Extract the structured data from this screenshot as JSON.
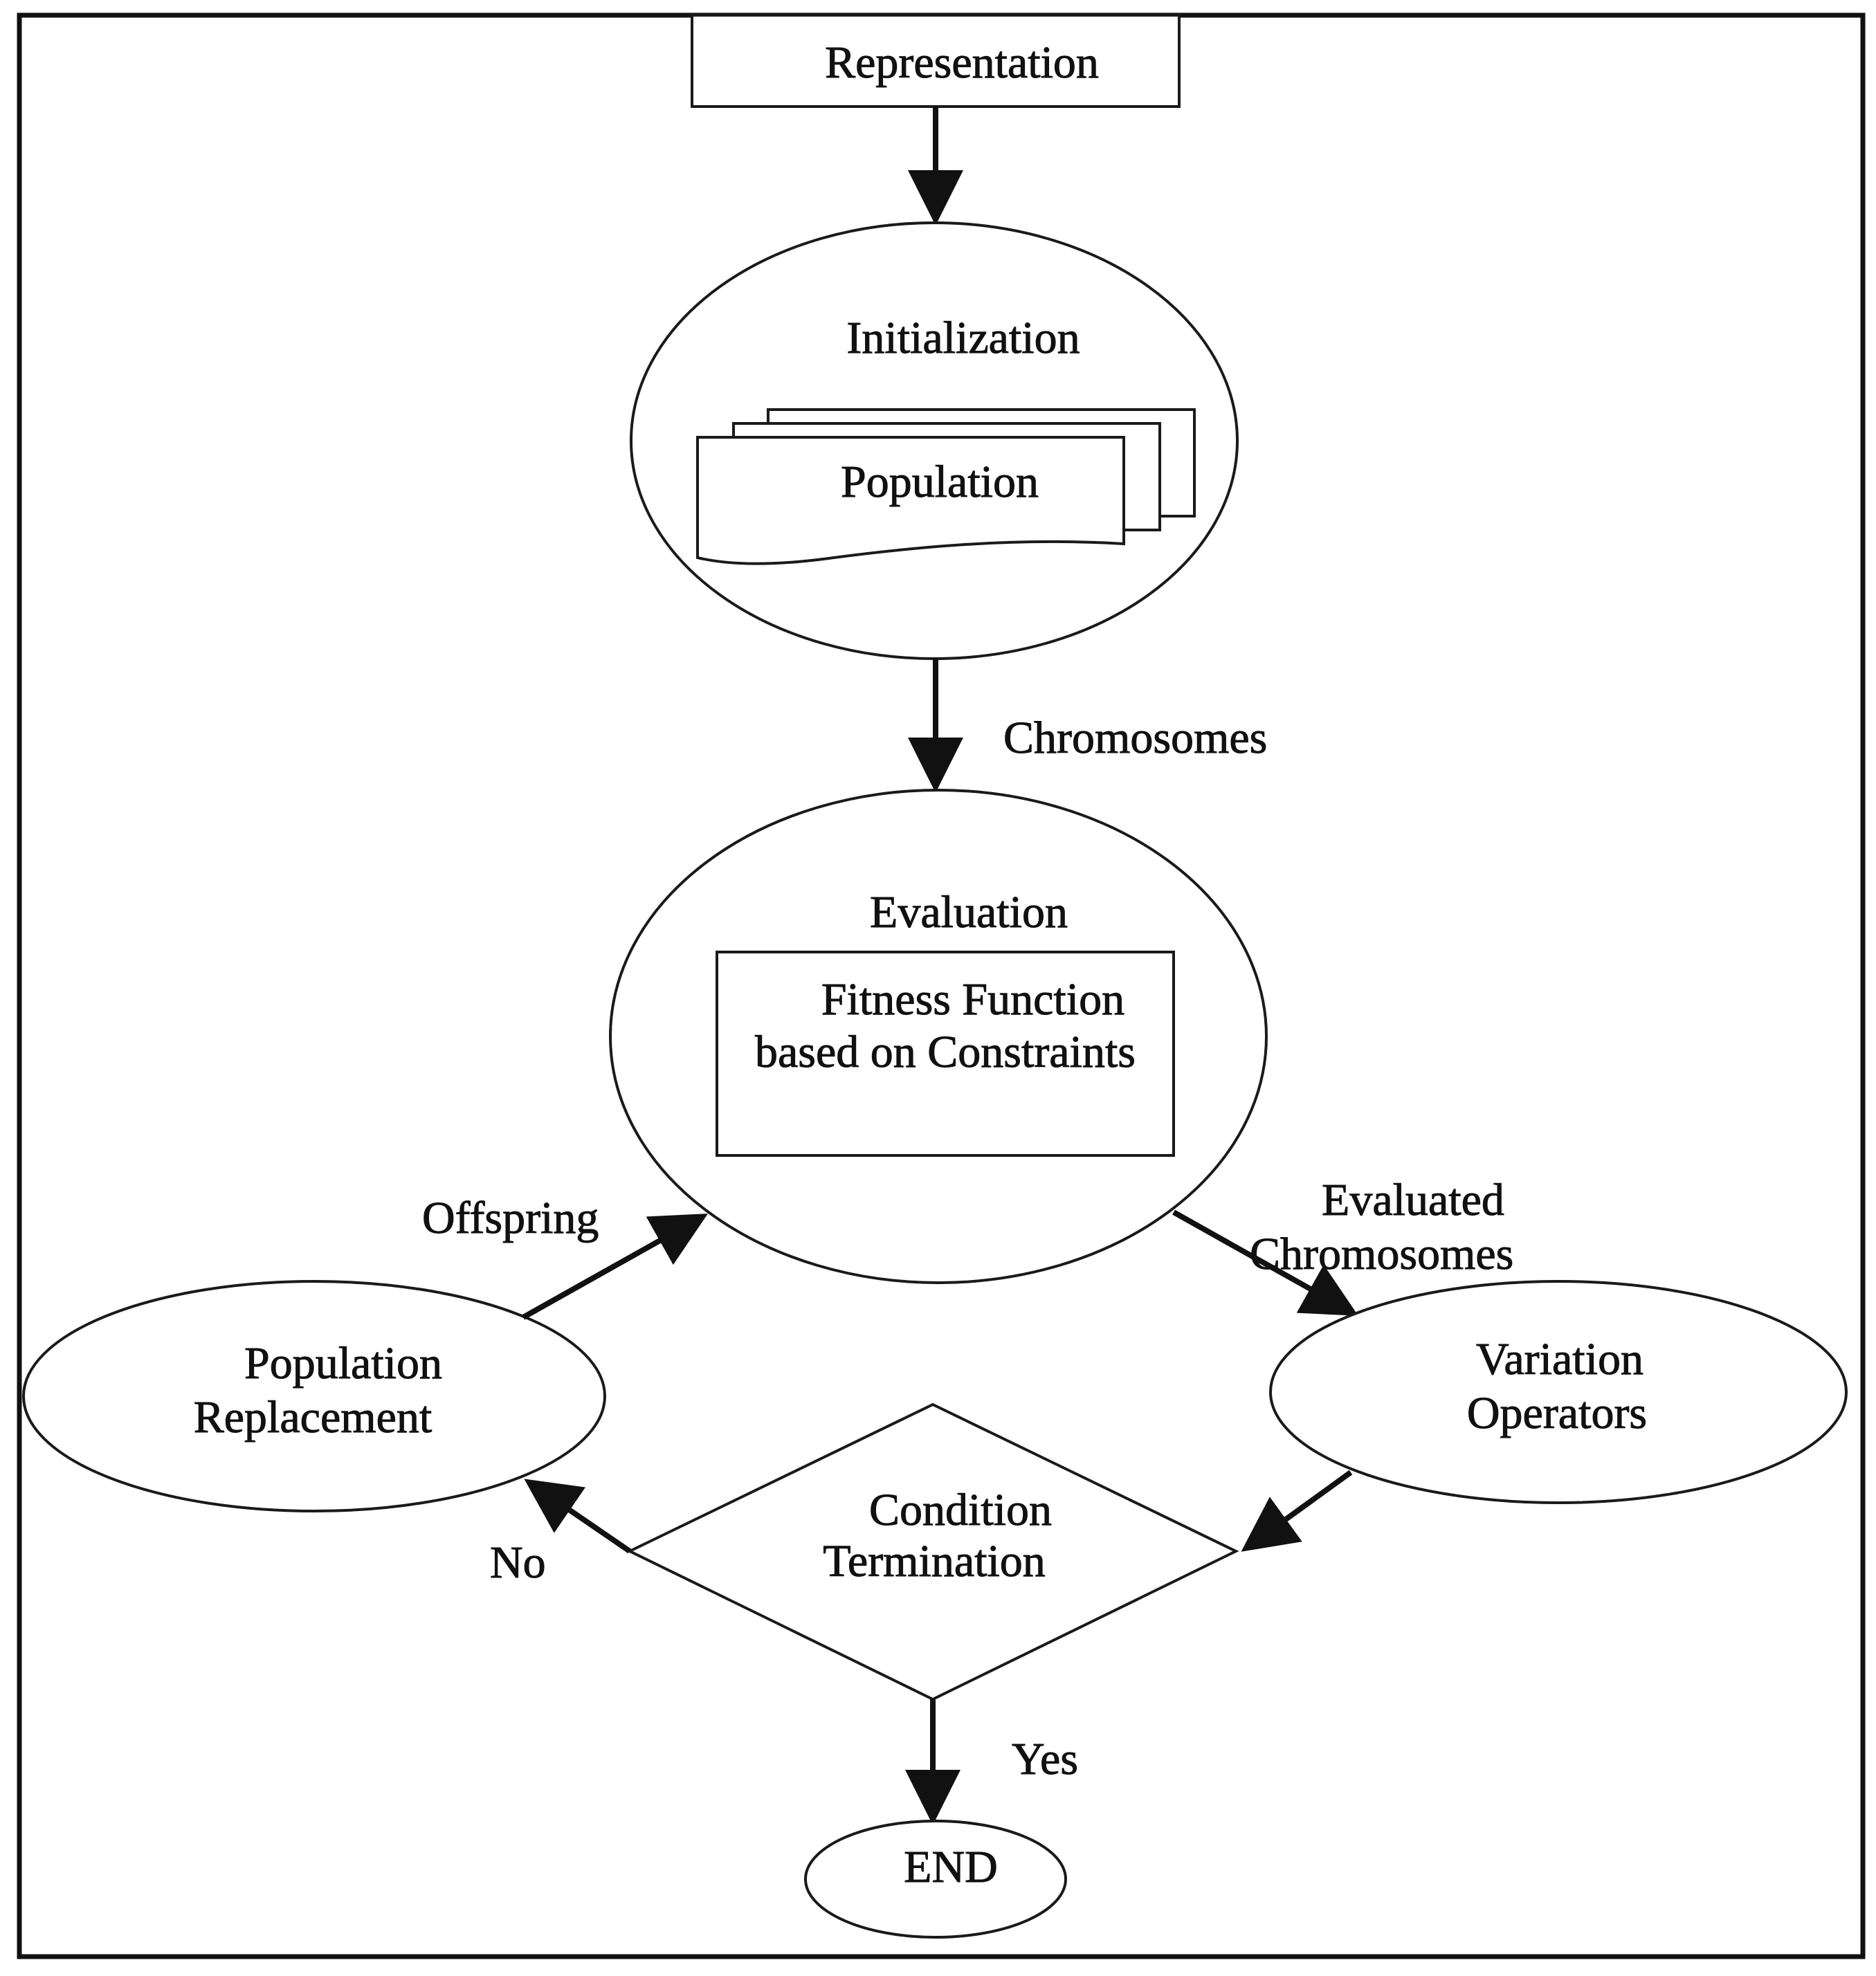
{
  "nodes": {
    "representation": "Representation",
    "initialization": "Initialization",
    "population": "Population",
    "evaluation": "Evaluation",
    "fitness_line1": "Fitness Function",
    "fitness_line2": "based on Constraints",
    "population_replacement_line1": "Population",
    "population_replacement_line2": "Replacement",
    "variation_operators_line1": "Variation",
    "variation_operators_line2": "Operators",
    "condition_line1": "Condition",
    "condition_line2": "Termination",
    "end": "END"
  },
  "edges": {
    "chromosomes": "Chromosomes",
    "offspring": "Offspring",
    "evaluated_line1": "Evaluated",
    "evaluated_line2": "Chromosomes",
    "no": "No",
    "yes": "Yes"
  }
}
